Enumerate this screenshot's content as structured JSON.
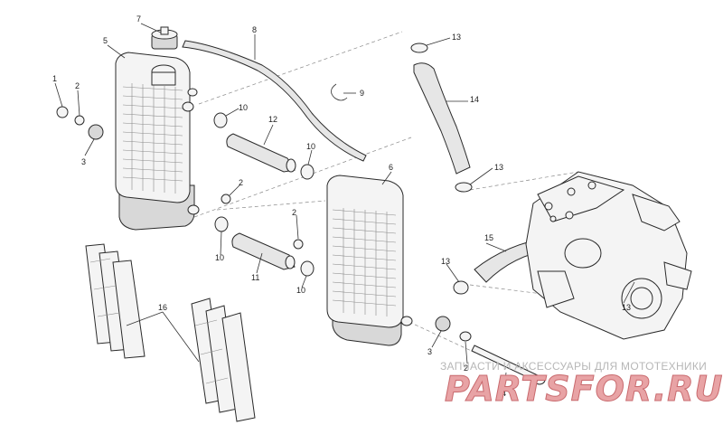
{
  "callouts": {
    "c1": "1",
    "c2a": "2",
    "c2b": "2",
    "c2c": "2",
    "c2d": "2",
    "c3a": "3",
    "c3b": "3",
    "c4": "4",
    "c5": "5",
    "c6": "6",
    "c7": "7",
    "c8": "8",
    "c9": "9",
    "c10a": "10",
    "c10b": "10",
    "c10c": "10",
    "c10d": "10",
    "c11": "11",
    "c12": "12",
    "c13a": "13",
    "c13b": "13",
    "c13c": "13",
    "c13d": "13",
    "c14": "14",
    "c15": "15",
    "c16": "16"
  },
  "watermark": {
    "subtitle": "ЗАПЧАСТИ И АКСЕССУАРЫ ДЛЯ МОТОТЕХНИКИ",
    "brand": "PARTSFOR.RU"
  },
  "colors": {
    "watermark_brand": "#e8a3a5",
    "watermark_sub": "#b7b7b7",
    "line": "#333333"
  }
}
